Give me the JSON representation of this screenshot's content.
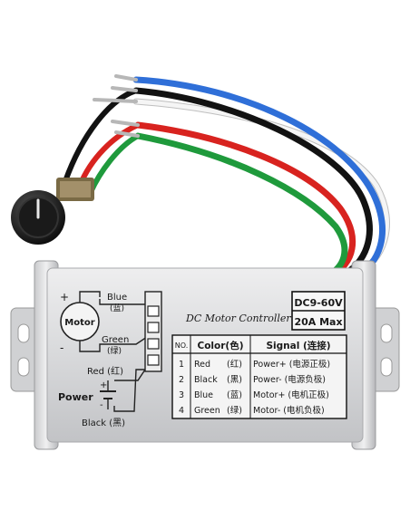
{
  "module": {
    "title": "DC Motor Controller",
    "voltage_badge": "DC9-60V",
    "current_badge": "20A Max"
  },
  "diagram": {
    "motor_label": "Motor",
    "plus_sign": "+",
    "minus_sign": "-",
    "blue_label": "Blue",
    "blue_cn": "(蓝)",
    "green_label": "Green",
    "green_cn": "(绿)",
    "red_label": "Red (红)",
    "power_label": "Power",
    "black_label": "Black (黑)"
  },
  "table": {
    "headers": [
      "NO.",
      "Color(色)",
      "Signal (连接)"
    ],
    "rows": [
      {
        "no": "1",
        "color": "Red",
        "color_cn": "(红)",
        "signal": "Power+ (电源正极)"
      },
      {
        "no": "2",
        "color": "Black",
        "color_cn": "(黑)",
        "signal": "Power- (电源负极)"
      },
      {
        "no": "3",
        "color": "Blue",
        "color_cn": "(蓝)",
        "signal": "Motor+ (电机正极)"
      },
      {
        "no": "4",
        "color": "Green",
        "color_cn": "(绿)",
        "signal": "Motor- (电机负极)"
      }
    ]
  },
  "colors": {
    "wire_red": "#d8231f",
    "wire_black": "#121212",
    "wire_blue": "#2f6fd8",
    "wire_green": "#1f9a3c",
    "wire_white": "#f2f2f2",
    "case_silver": "#d9dadc"
  }
}
